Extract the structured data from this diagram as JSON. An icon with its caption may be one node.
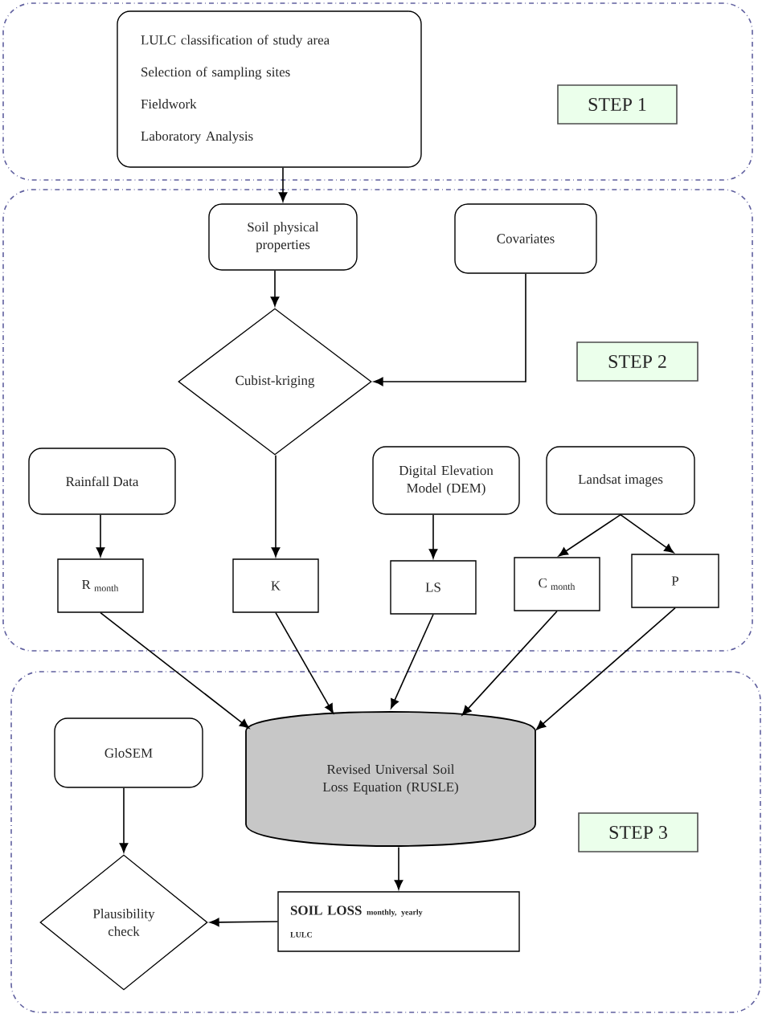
{
  "diagram": {
    "nodes": [
      {
        "text": [],
        "shape": "box"
      },
      {
        "text": [
          "LULC classification of study area",
          "Selection of sampling sites",
          "Fieldwork",
          "Laboratory Analysis"
        ],
        "in": 0
      },
      {
        "text": [
          "STEP 1"
        ],
        "in": 0
      },
      {
        "text": [],
        "shape": "box"
      },
      {
        "text": [
          "Soil physical properties"
        ],
        "in": 3
      },
      {
        "text": [
          "Covariates"
        ],
        "in": 3
      },
      {
        "text": [
          "Cubist-kriging"
        ],
        "in": 3
      },
      {
        "text": [
          "STEP 2"
        ],
        "in": 3
      },
      {
        "text": [
          "Rainfall Data"
        ],
        "in": 3
      },
      {
        "text": [
          "Digital Elevation Model (DEM)"
        ],
        "in": 3
      },
      {
        "text": [
          "Landsat images"
        ],
        "in": 3
      },
      {
        "text": [
          "R $_{month}$"
        ],
        "in": 3
      },
      {
        "text": [
          "K"
        ],
        "in": 3
      },
      {
        "text": [
          "LS"
        ],
        "in": 3
      },
      {
        "text": [
          "C $_{month}$"
        ],
        "in": 3
      },
      {
        "text": [
          "P"
        ],
        "in": 3
      },
      {
        "text": [],
        "shape": "box"
      },
      {
        "text": [
          "GloSEM"
        ],
        "in": 16
      },
      {
        "text": [
          "Revised Universal Soil Loss Equation (RUSLE)"
        ],
        "in": 16
      },
      {
        "text": [
          "STEP 3"
        ],
        "in": 16
      },
      {
        "text": [
          "SOIL LOSS",
          "monthly, yearly",
          "LULC"
        ],
        "in": 16
      },
      {
        "text": [
          "Plausibility check"
        ],
        "in": 16
      }
    ],
    "edges": [
      {
        "from": 1,
        "to": 4,
        "arrow": "to"
      },
      {
        "from": 4,
        "to": 6,
        "arrow": "to"
      },
      {
        "from": 5,
        "to": 6,
        "arrow": "to"
      },
      {
        "from": 8,
        "to": 11,
        "arrow": "to"
      },
      {
        "from": 6,
        "to": 12,
        "arrow": "to"
      },
      {
        "from": 9,
        "to": 13,
        "arrow": "to"
      },
      {
        "from": 10,
        "to": 14,
        "arrow": "to"
      },
      {
        "from": 10,
        "to": 15,
        "arrow": "to"
      },
      {
        "from": 11,
        "to": 18,
        "arrow": "to"
      },
      {
        "from": 12,
        "to": 18,
        "arrow": "to"
      },
      {
        "from": 13,
        "to": 18,
        "arrow": "to"
      },
      {
        "from": 14,
        "to": 18,
        "arrow": "to"
      },
      {
        "from": 15,
        "to": 18,
        "arrow": "to"
      },
      {
        "from": 18,
        "to": 20,
        "arrow": "to"
      },
      {
        "from": 17,
        "to": 21,
        "arrow": "to"
      },
      {
        "from": 20,
        "to": 21,
        "arrow": "to"
      }
    ]
  }
}
